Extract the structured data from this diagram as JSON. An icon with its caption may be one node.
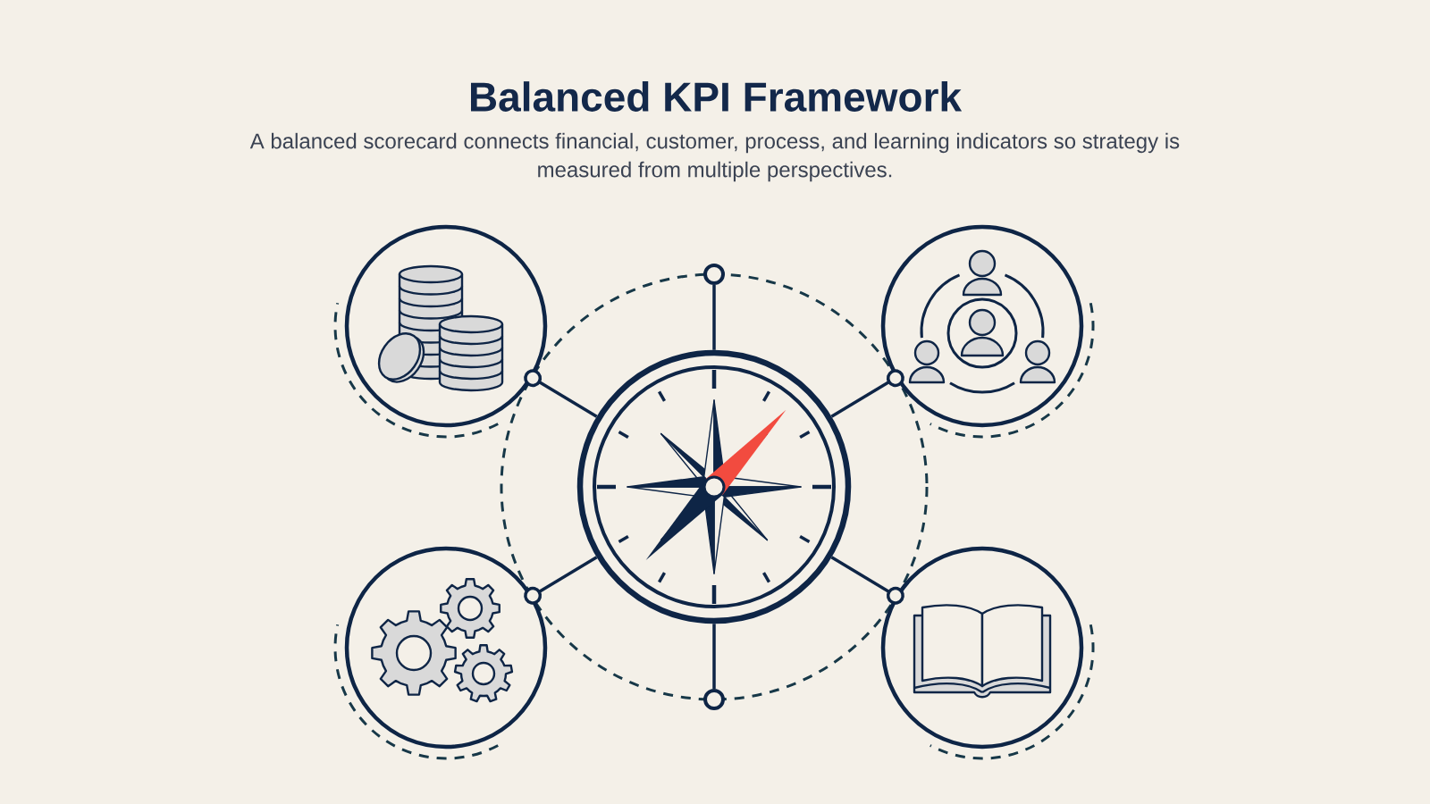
{
  "diagram": {
    "title": "Balanced KPI Framework",
    "nodes": [
      {
        "text": [],
        "shape": "circle"
      },
      {
        "text": [],
        "shape": "circle"
      },
      {
        "text": [],
        "shape": "circle"
      },
      {
        "text": [],
        "shape": "circle"
      },
      {
        "text": [],
        "shape": "circle"
      },
      {
        "text": [],
        "shape": "circle"
      },
      {
        "text": [],
        "shape": "circle"
      }
    ],
    "edges": [
      {
        "from": 0,
        "to": 1,
        "arrow": "other"
      },
      {
        "from": 0,
        "to": 2,
        "arrow": "other"
      },
      {
        "from": 0,
        "to": 3,
        "arrow": "other"
      },
      {
        "from": 0,
        "to": 4,
        "arrow": "other"
      },
      {
        "from": 0,
        "to": 5,
        "arrow": "none"
      },
      {
        "from": 0,
        "to": 6,
        "arrow": "none"
      }
    ],
    "labels": [
      "A balanced scorecard connects financial, customer, process, and learning indicators so strategy is measured from multiple perspectives."
    ]
  }
}
